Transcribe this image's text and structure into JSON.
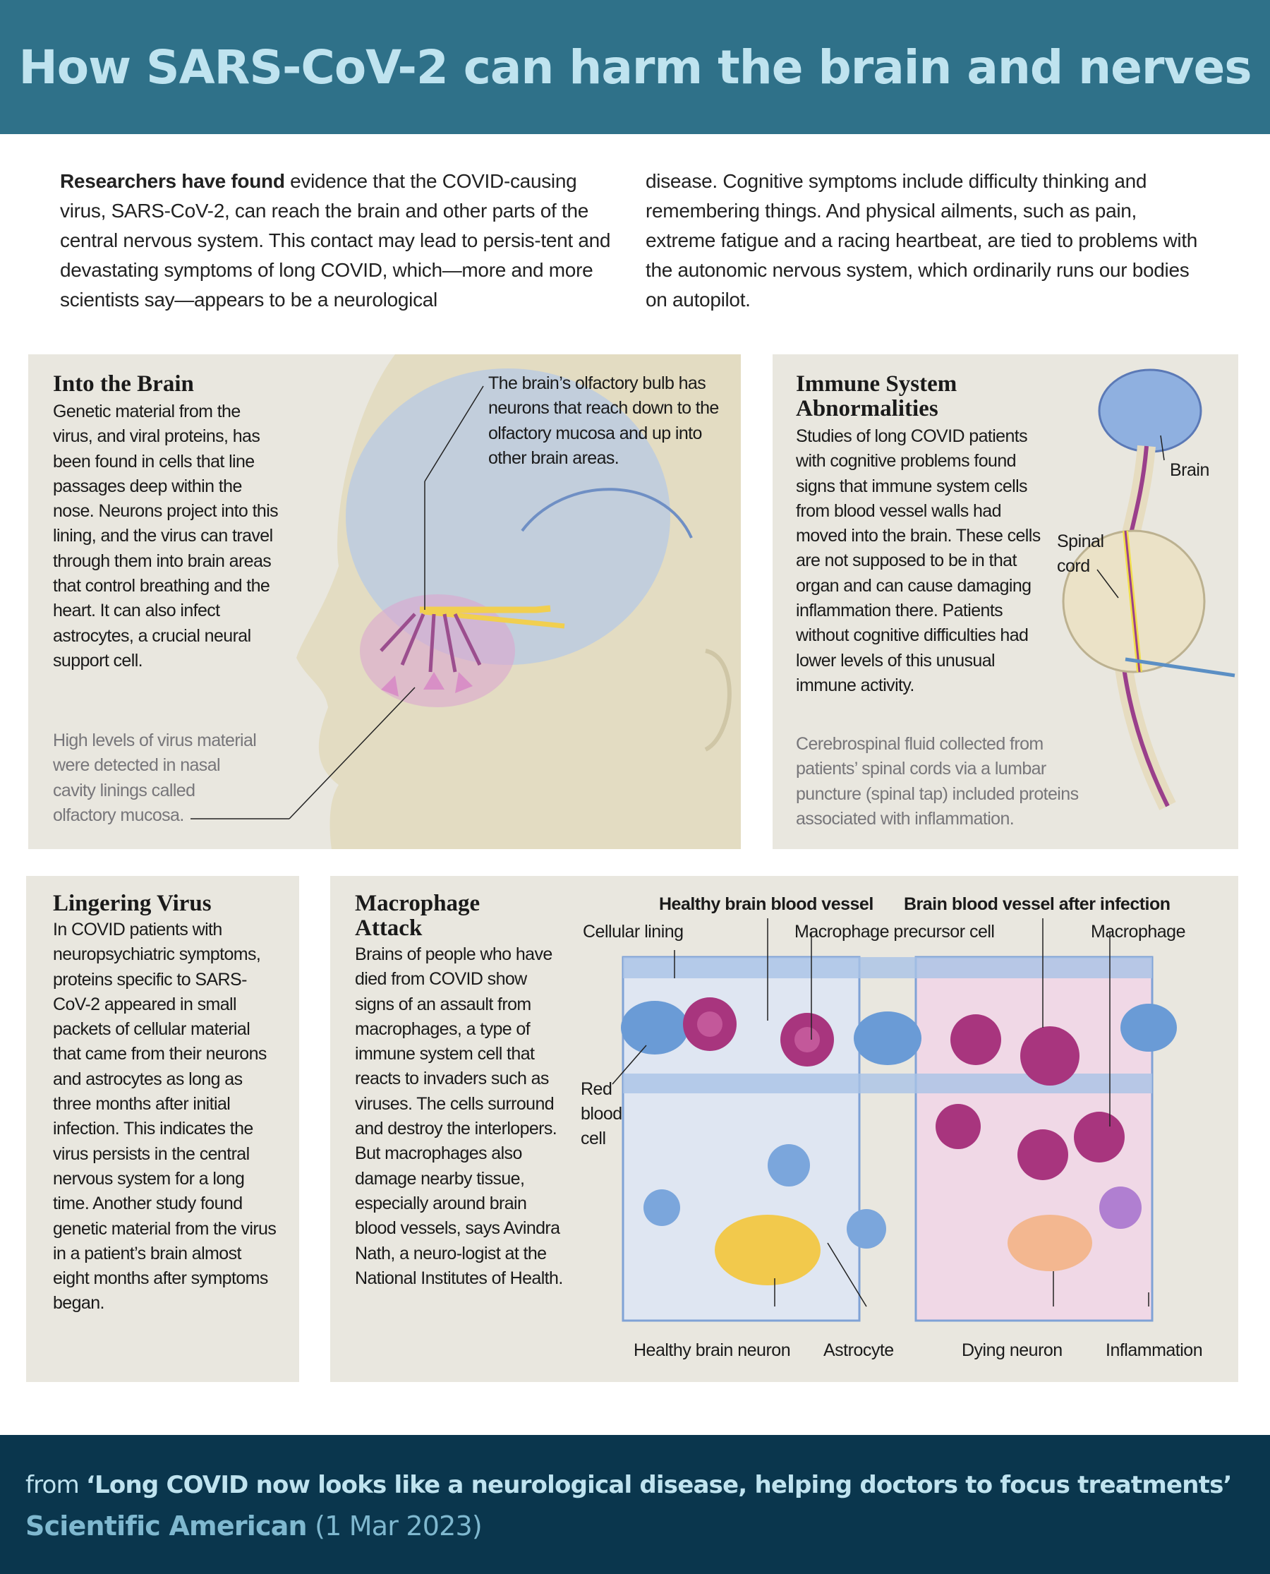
{
  "header": {
    "title": "How SARS-CoV-2 can harm the brain and nerves"
  },
  "intro": {
    "lead": "Researchers have found",
    "left": " evidence that the COVID-causing virus, SARS-CoV-2, can reach the brain and other parts of the central nervous system. This contact may lead to persis-tent and devastating symptoms of long COVID, which—more and more scientists say—appears to be a neurological",
    "right": "disease. Cognitive symptoms include difficulty thinking and remembering things. And physical ailments, such as pain, extreme fatigue and a racing heartbeat, are tied to problems with the autonomic nervous system, which ordinarily runs our bodies on autopilot."
  },
  "brain_panel": {
    "title": "Into the Brain",
    "text": "Genetic material from the virus, and viral proteins, has been found in cells that line passages deep within the nose. Neurons project into this lining, and the virus can travel through them into brain areas that control breathing and the heart. It can also infect astrocytes, a crucial neural support cell.",
    "note": "High levels of virus material were detected in nasal cavity linings called olfactory mucosa.",
    "callout": "The brain’s olfactory bulb has neurons that reach down to the olfactory mucosa and up into other brain areas."
  },
  "immune_panel": {
    "title": "Immune System Abnormalities",
    "text": "Studies of long COVID patients with cognitive problems found signs that immune system cells from blood vessel walls had moved into the brain. These cells are not supposed to be in that organ and can cause damaging inflammation there. Patients without cognitive difficulties had lower levels of this unusual immune activity.",
    "note": "Cerebrospinal fluid collected from patients’ spinal cords via a lumbar puncture (spinal tap) included proteins associated with inflammation.",
    "label_brain": "Brain",
    "label_spinal": "Spinal cord"
  },
  "lingering_panel": {
    "title": "Lingering Virus",
    "text": "In COVID patients with neuropsychiatric symptoms, proteins specific to SARS-CoV-2 appeared in small packets of cellular material that came from their neurons and astrocytes as long as three months after initial infection. This indicates the virus persists in the central nervous system for a long time. Another study found genetic material from the virus in a patient’s brain almost eight months after symptoms began."
  },
  "macrophage_panel": {
    "title": "Macrophage Attack",
    "text": "Brains of people who have died from COVID show signs of an assault from macrophages, a type of immune system cell that reacts to invaders such as viruses. The cells surround and destroy the interlopers. But macrophages also damage nearby tissue, especially around brain blood vessels, says Avindra Nath, a neuro-logist at the National Institutes of Health.",
    "labels": {
      "healthy_vessel": "Healthy brain blood vessel",
      "infected_vessel": "Brain blood vessel after infection",
      "cellular_lining": "Cellular lining",
      "precursor": "Macrophage precursor cell",
      "macrophage": "Macrophage",
      "red_blood_cell": "Red blood cell",
      "healthy_neuron": "Healthy brain neuron",
      "astrocyte": "Astrocyte",
      "dying_neuron": "Dying neuron",
      "inflammation": "Inflammation"
    }
  },
  "footer": {
    "from": "from ",
    "article": "‘Long COVID now looks like a neurological disease, helping doctors to focus treatments’",
    "publication": "Scientific American",
    "date": " (1 Mar 2023)"
  }
}
